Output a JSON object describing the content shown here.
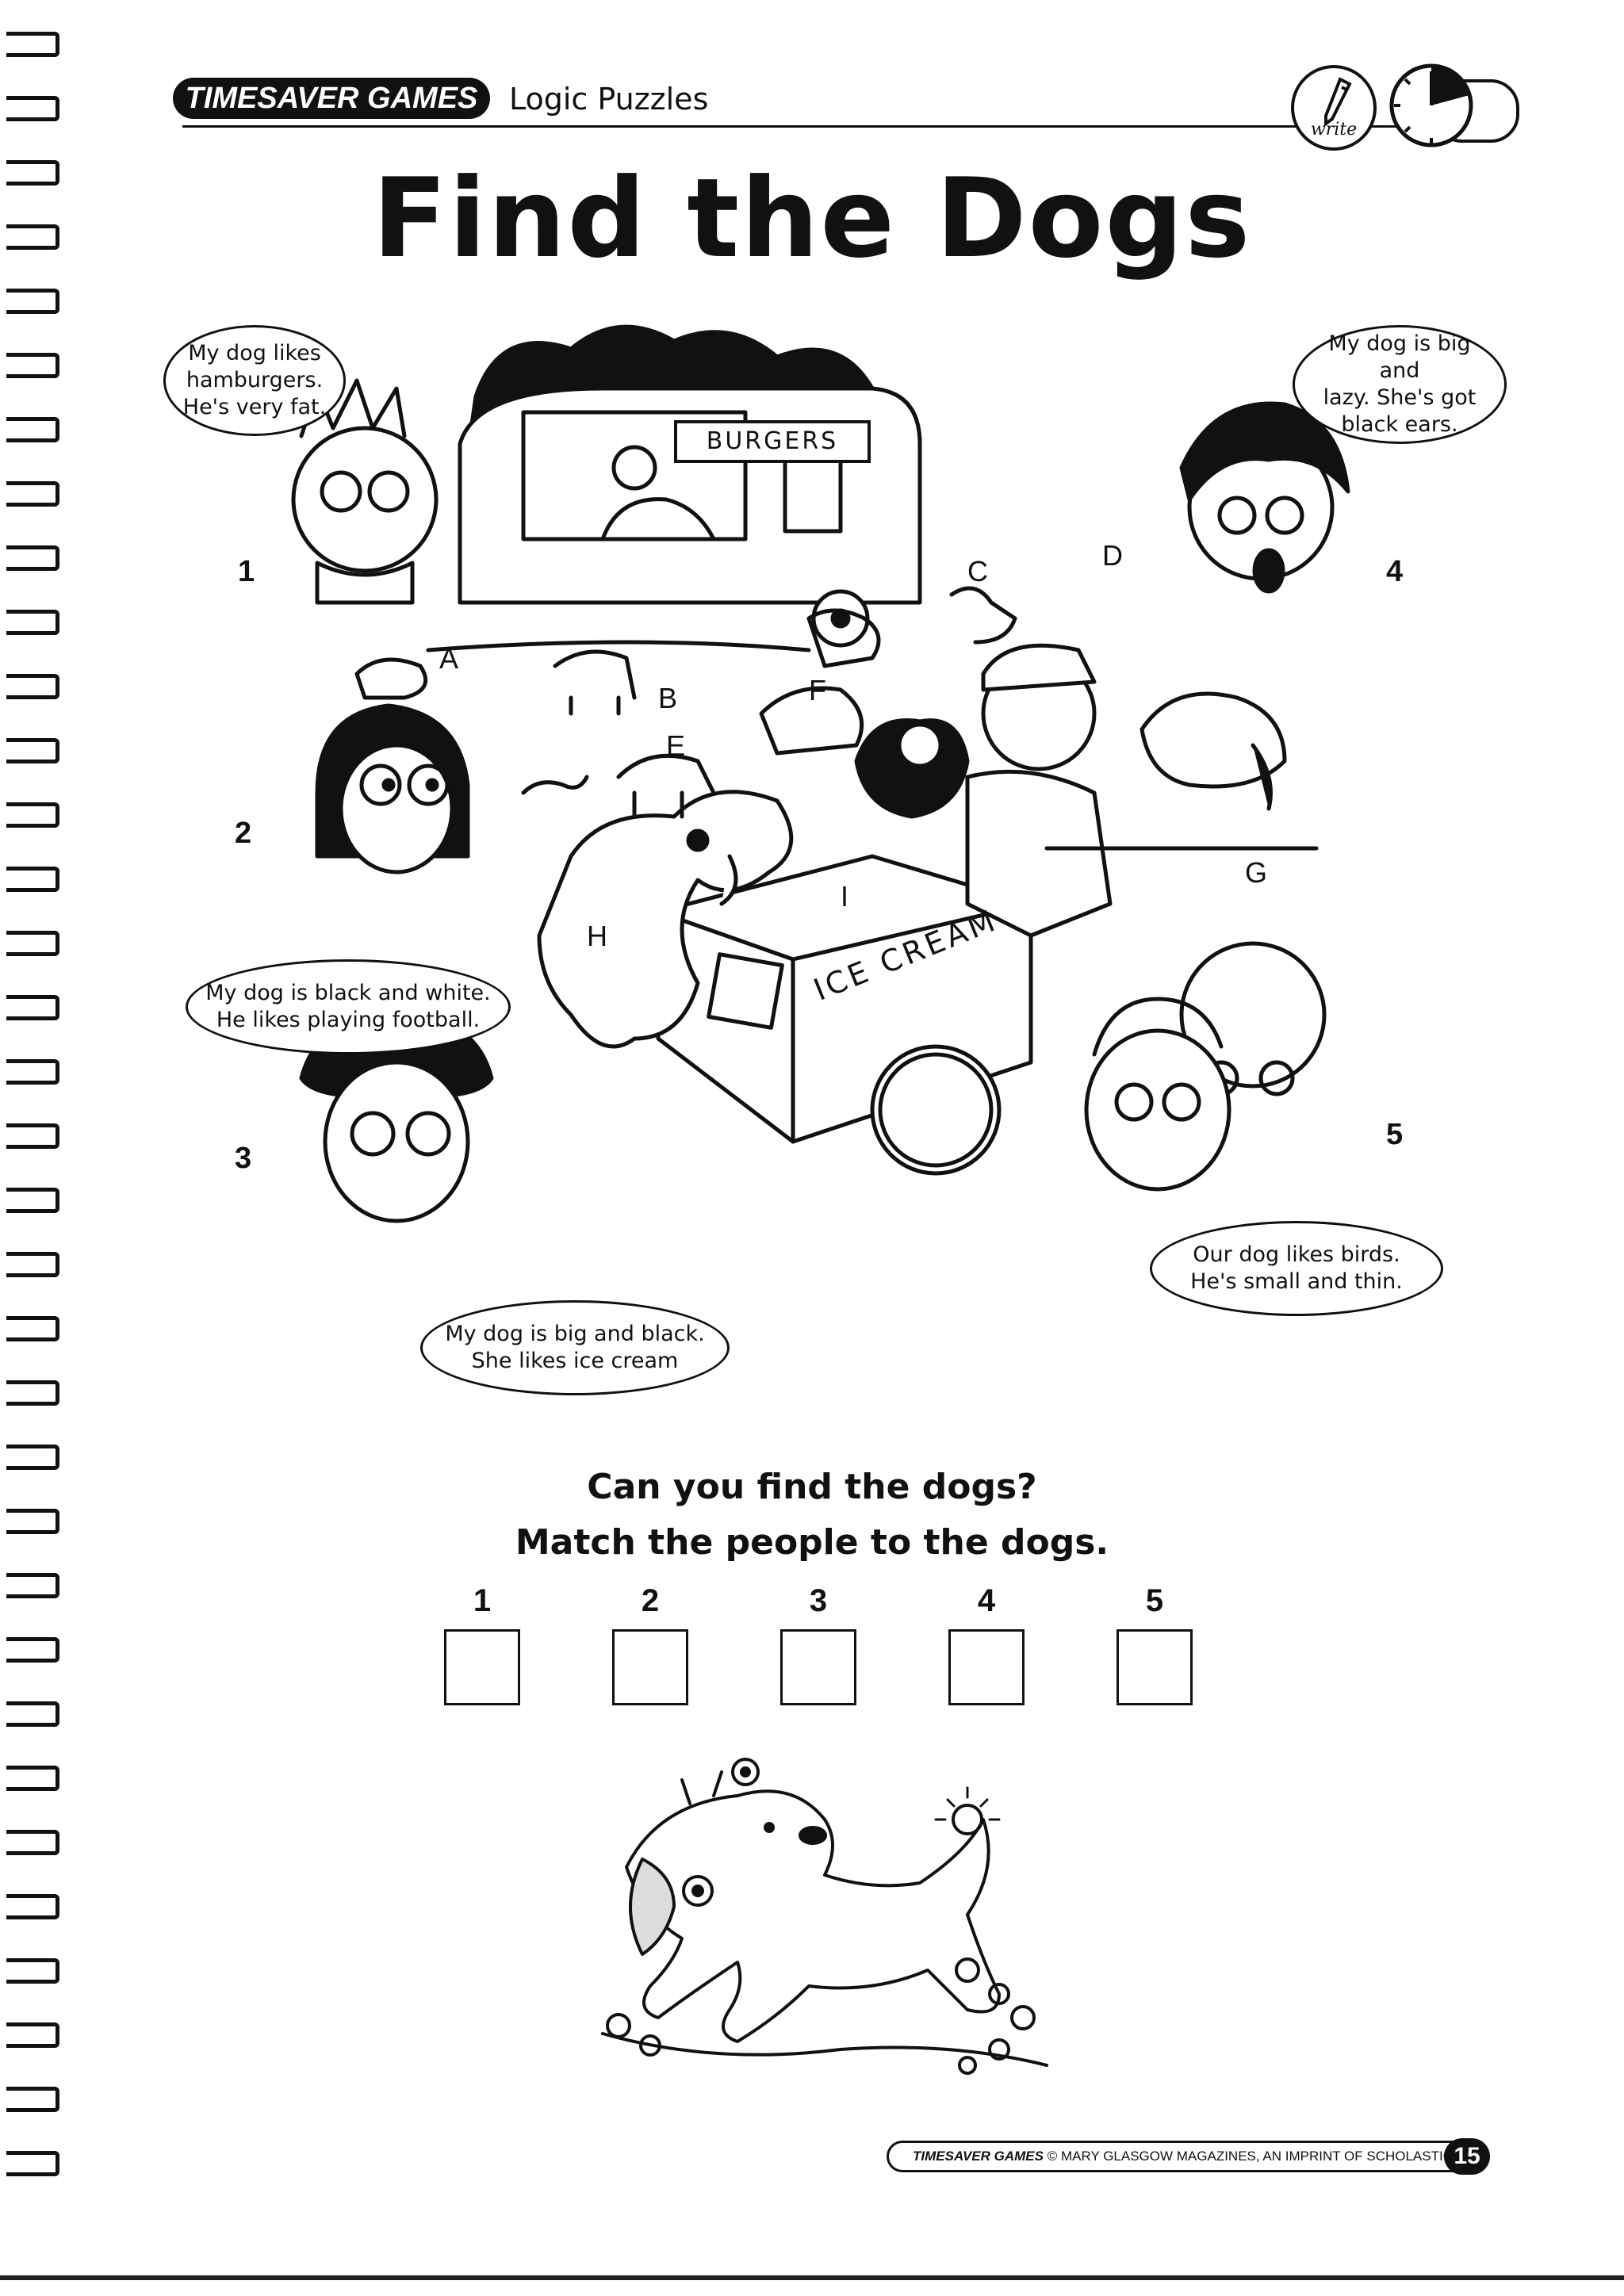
{
  "header": {
    "series": "TIMESAVER GAMES",
    "section": "Logic Puzzles",
    "write_label": "write"
  },
  "title": "Find the Dogs",
  "illustration": {
    "sign": "BURGERS",
    "cart_text": "ICE CREAM",
    "person_numbers": [
      "1",
      "2",
      "3",
      "4",
      "5"
    ],
    "dog_letters": [
      "A",
      "B",
      "C",
      "D",
      "E",
      "F",
      "G",
      "H",
      "I"
    ],
    "bubbles": [
      {
        "person": "1",
        "text": "My dog likes\nhamburgers.\nHe's very fat."
      },
      {
        "person": "2",
        "text": "My dog is black and white.\nHe likes playing football."
      },
      {
        "person": "3",
        "text": "My dog is big and black.\nShe likes ice cream"
      },
      {
        "person": "4",
        "text": "My dog is big and\nlazy. She's got\nblack ears."
      },
      {
        "person": "5",
        "text": "Our dog likes birds.\nHe's small and thin."
      }
    ]
  },
  "questions": {
    "line1": "Can you find the dogs?",
    "line2": "Match the people to the dogs."
  },
  "answers": [
    {
      "label": "1",
      "value": ""
    },
    {
      "label": "2",
      "value": ""
    },
    {
      "label": "3",
      "value": ""
    },
    {
      "label": "4",
      "value": ""
    },
    {
      "label": "5",
      "value": ""
    }
  ],
  "footer": {
    "series": "TIMESAVER GAMES",
    "copyright": "© MARY GLASGOW MAGAZINES, AN IMPRINT OF SCHOLASTIC INC.",
    "page_number": "15"
  }
}
